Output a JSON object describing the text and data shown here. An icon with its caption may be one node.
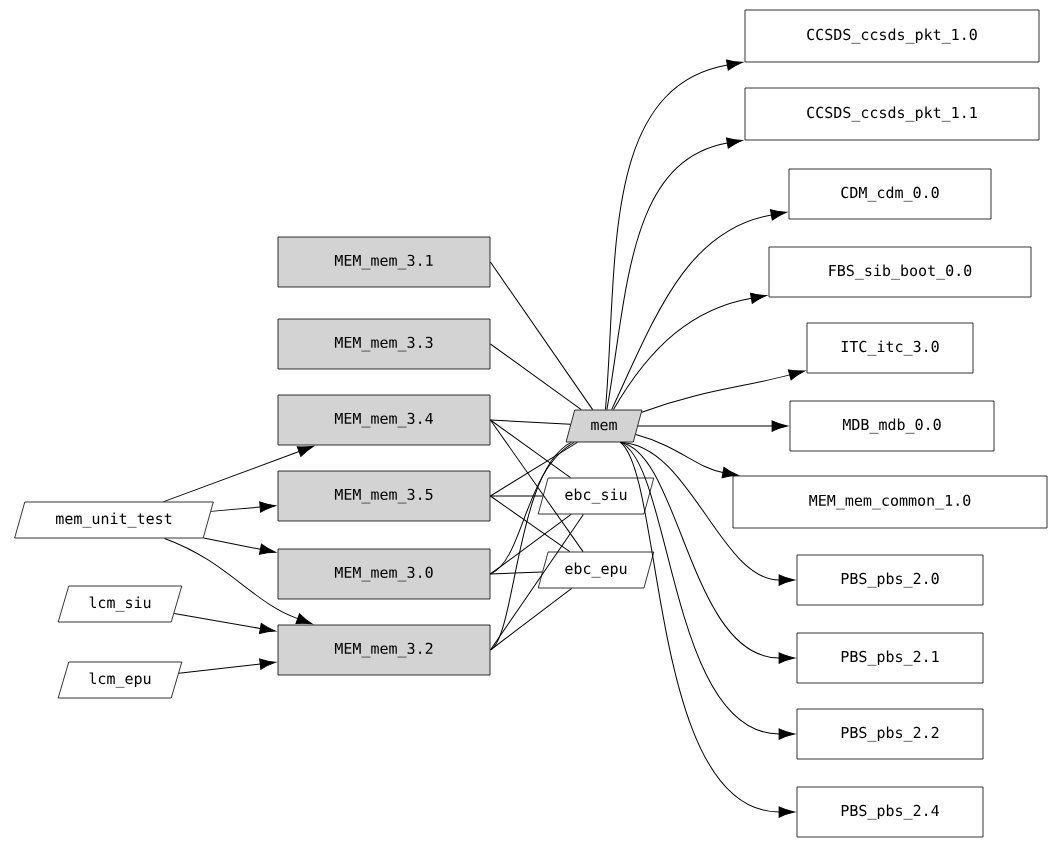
{
  "diagram": {
    "nodes": [
      {
        "text": [
          "MEM_mem_3.1"
        ]
      },
      {
        "text": [
          "MEM_mem_3.3"
        ]
      },
      {
        "text": [
          "MEM_mem_3.4"
        ]
      },
      {
        "text": [
          "MEM_mem_3.5"
        ]
      },
      {
        "text": [
          "MEM_mem_3.0"
        ]
      },
      {
        "text": [
          "MEM_mem_3.2"
        ]
      },
      {
        "text": [
          "mem_unit_test"
        ]
      },
      {
        "text": [
          "lcm_siu"
        ]
      },
      {
        "text": [
          "lcm_epu"
        ]
      },
      {
        "text": [
          "mem"
        ]
      },
      {
        "text": [
          "ebc_siu"
        ]
      },
      {
        "text": [
          "ebc_epu"
        ]
      },
      {
        "text": [
          "CCSDS_ccsds_pkt_1.0"
        ]
      },
      {
        "text": [
          "CCSDS_ccsds_pkt_1.1"
        ]
      },
      {
        "text": [
          "CDM_cdm_0.0"
        ]
      },
      {
        "text": [
          "FBS_sib_boot_0.0"
        ]
      },
      {
        "text": [
          "ITC_itc_3.0"
        ]
      },
      {
        "text": [
          "MDB_mdb_0.0"
        ]
      },
      {
        "text": [
          "MEM_mem_common_1.0"
        ]
      },
      {
        "text": [
          "PBS_pbs_2.0"
        ]
      },
      {
        "text": [
          "PBS_pbs_2.1"
        ]
      },
      {
        "text": [
          "PBS_pbs_2.2"
        ]
      },
      {
        "text": [
          "PBS_pbs_2.4"
        ]
      }
    ],
    "edges": [
      {
        "from": 6,
        "to": 2,
        "arrow": "to"
      },
      {
        "from": 6,
        "to": 3,
        "arrow": "to"
      },
      {
        "from": 6,
        "to": 4,
        "arrow": "to"
      },
      {
        "from": 6,
        "to": 5,
        "arrow": "to"
      },
      {
        "from": 7,
        "to": 5,
        "arrow": "to"
      },
      {
        "from": 8,
        "to": 5,
        "arrow": "to"
      },
      {
        "from": 0,
        "to": 9,
        "arrow": "none"
      },
      {
        "from": 1,
        "to": 9,
        "arrow": "none"
      },
      {
        "from": 2,
        "to": 9,
        "arrow": "none"
      },
      {
        "from": 3,
        "to": 9,
        "arrow": "none"
      },
      {
        "from": 4,
        "to": 9,
        "arrow": "none"
      },
      {
        "from": 5,
        "to": 9,
        "arrow": "none"
      },
      {
        "from": 2,
        "to": 10,
        "arrow": "none"
      },
      {
        "from": 3,
        "to": 10,
        "arrow": "none"
      },
      {
        "from": 4,
        "to": 10,
        "arrow": "none"
      },
      {
        "from": 5,
        "to": 10,
        "arrow": "none"
      },
      {
        "from": 2,
        "to": 11,
        "arrow": "none"
      },
      {
        "from": 3,
        "to": 11,
        "arrow": "none"
      },
      {
        "from": 4,
        "to": 11,
        "arrow": "none"
      },
      {
        "from": 5,
        "to": 11,
        "arrow": "none"
      },
      {
        "from": 9,
        "to": 12,
        "arrow": "to"
      },
      {
        "from": 9,
        "to": 13,
        "arrow": "to"
      },
      {
        "from": 9,
        "to": 14,
        "arrow": "to"
      },
      {
        "from": 9,
        "to": 15,
        "arrow": "to"
      },
      {
        "from": 9,
        "to": 16,
        "arrow": "to"
      },
      {
        "from": 9,
        "to": 17,
        "arrow": "to"
      },
      {
        "from": 9,
        "to": 18,
        "arrow": "to"
      },
      {
        "from": 9,
        "to": 19,
        "arrow": "to"
      },
      {
        "from": 9,
        "to": 20,
        "arrow": "to"
      },
      {
        "from": 9,
        "to": 21,
        "arrow": "to"
      },
      {
        "from": 9,
        "to": 22,
        "arrow": "to"
      }
    ]
  }
}
